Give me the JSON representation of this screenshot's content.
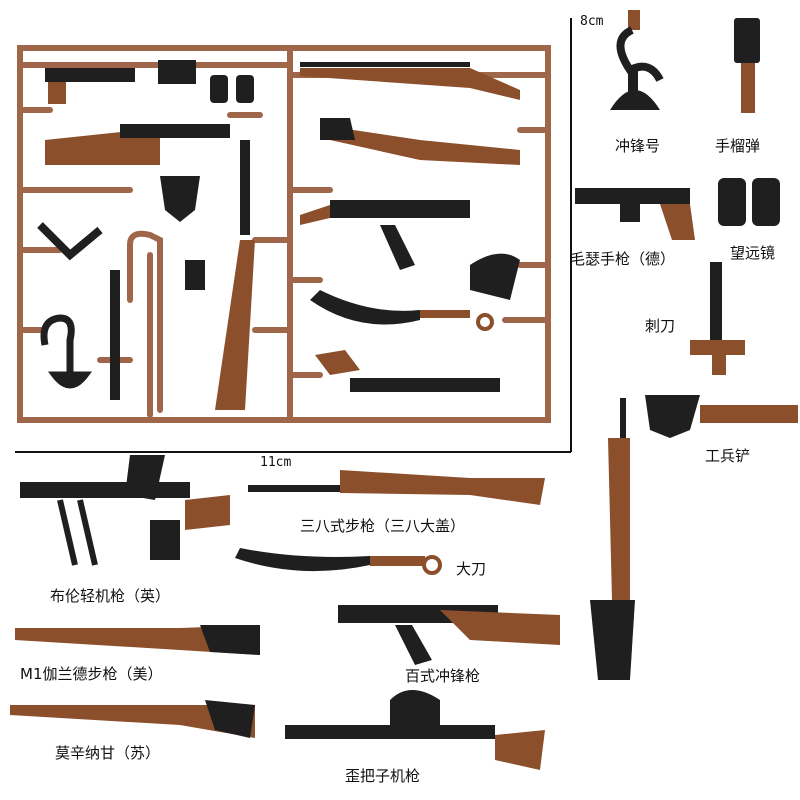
{
  "dimensions": {
    "height": "8cm",
    "width": "11cm"
  },
  "labels": {
    "bugle": "冲锋号",
    "grenade": "手榴弹",
    "mauser_pistol": "毛瑟手枪（德）",
    "binoculars": "望远镜",
    "bayonet": "刺刀",
    "shovel": "工兵铲",
    "type38_rifle": "三八式步枪（三八大盖）",
    "machete": "大刀",
    "bren_lmg": "布伦轻机枪（英）",
    "type100_smg": "百式冲锋枪",
    "m1_garand": "M1伽兰德步枪（美）",
    "mosin_nagant": "莫辛纳甘（苏）",
    "type11_lmg": "歪把子机枪"
  },
  "colors": {
    "brown": "#8b4f2c",
    "sprue": "#a0664a",
    "black": "#1f1f1f",
    "border": "#111111"
  }
}
